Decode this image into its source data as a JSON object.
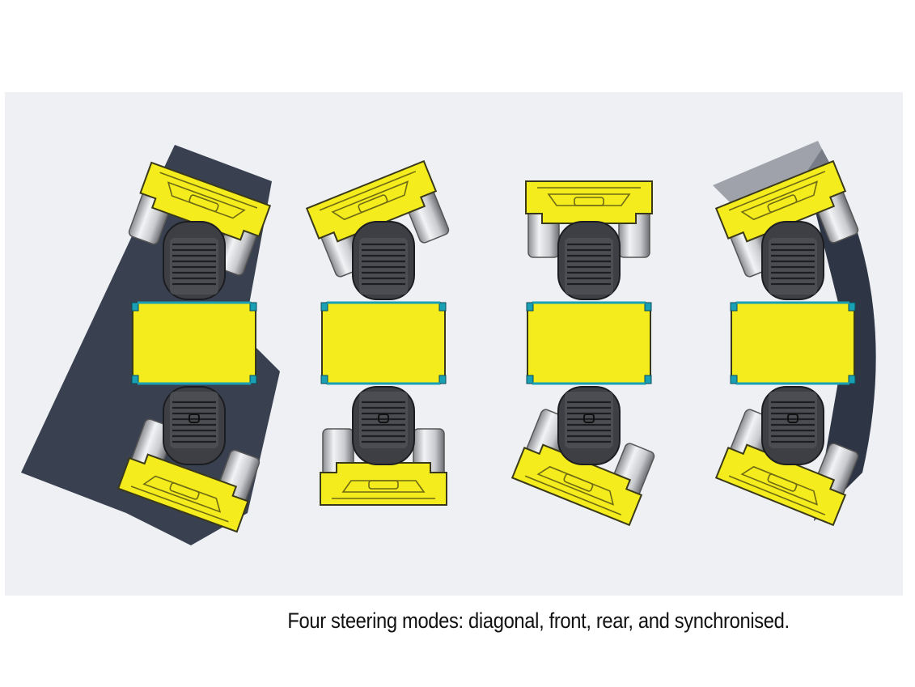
{
  "caption": "Four steering modes: diagonal, front, rear, and synchronised.",
  "modes": [
    {
      "mode": "diagonal",
      "front_steer_deg": 30,
      "rear_steer_deg": 30
    },
    {
      "mode": "front",
      "front_steer_deg": -26,
      "rear_steer_deg": 0
    },
    {
      "mode": "rear",
      "front_steer_deg": 0,
      "rear_steer_deg": 26
    },
    {
      "mode": "synchronised",
      "front_steer_deg": -28,
      "rear_steer_deg": 28
    }
  ],
  "colors": {
    "background": "#eef0f3",
    "chassis_yellow": "#f4ec1c",
    "chassis_edge": "#3a3a1a",
    "bin_dark": "#3e3f44",
    "accent_teal": "#1aa0b4",
    "track_dark": "#2e3646",
    "tire_grey": "#c7c9cd"
  },
  "icons": [
    "articulated-loader-topview-icon",
    "steering-track-icon"
  ]
}
